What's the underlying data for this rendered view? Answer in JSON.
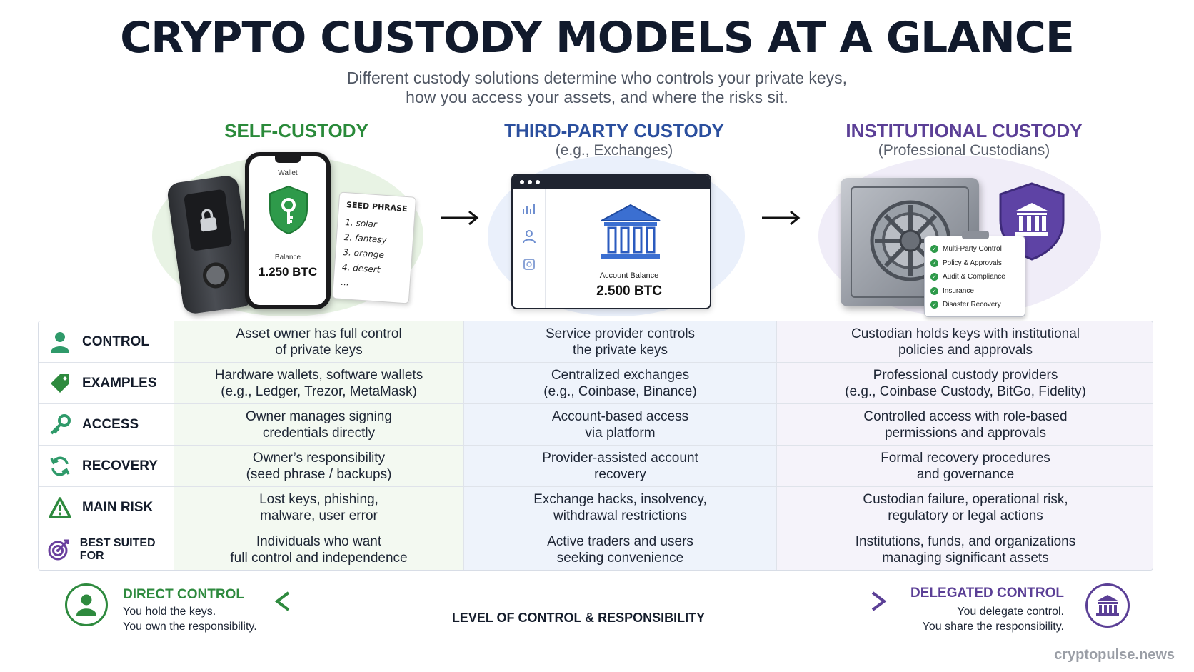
{
  "title": "CRYPTO CUSTODY MODELS AT A GLANCE",
  "subtitle_line1": "Different custody solutions determine who controls your private keys,",
  "subtitle_line2": "how you access your assets, and where the risks sit.",
  "columns": {
    "self": {
      "heading": "SELF-CUSTODY",
      "color": "#2a8a3a"
    },
    "third": {
      "heading": "THIRD-PARTY CUSTODY",
      "sub": "(e.g., Exchanges)",
      "color": "#2b4f9e"
    },
    "inst": {
      "heading": "INSTITUTIONAL CUSTODY",
      "sub": "(Professional Custodians)",
      "color": "#5b3f96"
    }
  },
  "self_illustration": {
    "wallet_label": "Wallet",
    "balance_label": "Balance",
    "balance_value": "1.250 BTC",
    "seed_title": "SEED PHRASE",
    "seed_words": [
      "1. solar",
      "2. fantasy",
      "3. orange",
      "4. desert",
      "..."
    ]
  },
  "third_illustration": {
    "balance_label": "Account Balance",
    "balance_value": "2.500 BTC"
  },
  "inst_illustration": {
    "checklist": [
      "Multi-Party Control",
      "Policy & Approvals",
      "Audit & Compliance",
      "Insurance",
      "Disaster Recovery"
    ]
  },
  "arrow_glyph": "⟶",
  "rows": [
    {
      "label": "CONTROL",
      "icon": "user-icon",
      "self": "Asset owner has full control\nof private keys",
      "third": "Service provider controls\nthe private keys",
      "inst": "Custodian holds keys with institutional\npolicies and approvals"
    },
    {
      "label": "EXAMPLES",
      "icon": "tag-icon",
      "self": "Hardware wallets, software wallets\n(e.g., Ledger, Trezor, MetaMask)",
      "third": "Centralized exchanges\n(e.g., Coinbase, Binance)",
      "inst": "Professional custody providers\n(e.g., Coinbase Custody, BitGo, Fidelity)"
    },
    {
      "label": "ACCESS",
      "icon": "key-icon",
      "self": "Owner manages signing\ncredentials directly",
      "third": "Account-based access\nvia platform",
      "inst": "Controlled access with role-based\npermissions and approvals"
    },
    {
      "label": "RECOVERY",
      "icon": "refresh-icon",
      "self": "Owner’s responsibility\n(seed phrase / backups)",
      "third": "Provider-assisted account\nrecovery",
      "inst": "Formal recovery procedures\nand governance"
    },
    {
      "label": "MAIN RISK",
      "icon": "warning-icon",
      "self": "Lost keys, phishing,\nmalware, user error",
      "third": "Exchange hacks, insolvency,\nwithdrawal restrictions",
      "inst": "Custodian failure, operational risk,\nregulatory or legal actions"
    },
    {
      "label": "BEST SUITED FOR",
      "icon": "target-icon",
      "self": "Individuals who want\nfull control and independence",
      "third": "Active traders and users\nseeking convenience",
      "inst": "Institutions, funds, and organizations\nmanaging significant assets"
    }
  ],
  "bottom": {
    "left_heading": "DIRECT CONTROL",
    "left_line1": "You hold the keys.",
    "left_line2": "You own the responsibility.",
    "axis_label": "LEVEL OF CONTROL & RESPONSIBILITY",
    "right_heading": "DELEGATED CONTROL",
    "right_line1": "You delegate control.",
    "right_line2": "You share the responsibility."
  },
  "watermark": "cryptopulse.news"
}
